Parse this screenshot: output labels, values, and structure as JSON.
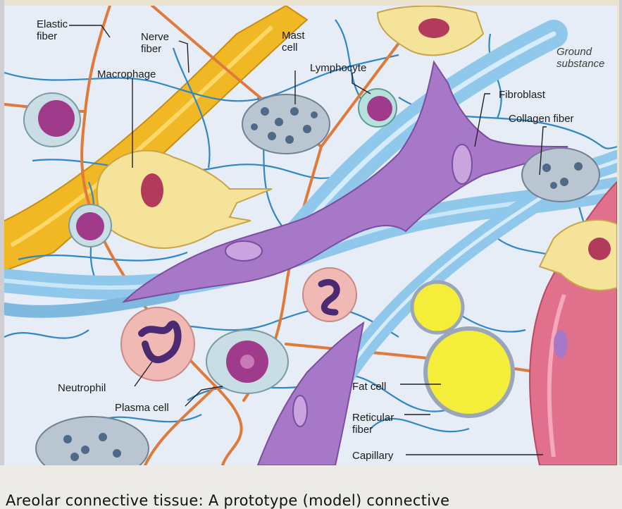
{
  "labels": {
    "elastic_fiber": "Elastic\nfiber",
    "nerve_fiber": "Nerve\nfiber",
    "mast_cell": "Mast\ncell",
    "macrophage": "Macrophage",
    "lymphocyte": "Lymphocyte",
    "ground_substance": "Ground\nsubstance",
    "fibroblast": "Fibroblast",
    "collagen_fiber": "Collagen fiber",
    "neutrophil": "Neutrophil",
    "plasma_cell": "Plasma cell",
    "fat_cell": "Fat cell",
    "reticular_fiber": "Reticular\nfiber",
    "capillary": "Capillary"
  },
  "caption": "Areolar connective tissue: A prototype (model) connective",
  "colors": {
    "ground": "#e6edf6",
    "reticular": "#2f86c8",
    "elastic": "#e07a3a",
    "nerve": "#f0b824",
    "collagen": "#8fc8ea",
    "fibroblast": "#a878c8",
    "fat": "#f4ee3a",
    "capillary": "#e0708c"
  }
}
